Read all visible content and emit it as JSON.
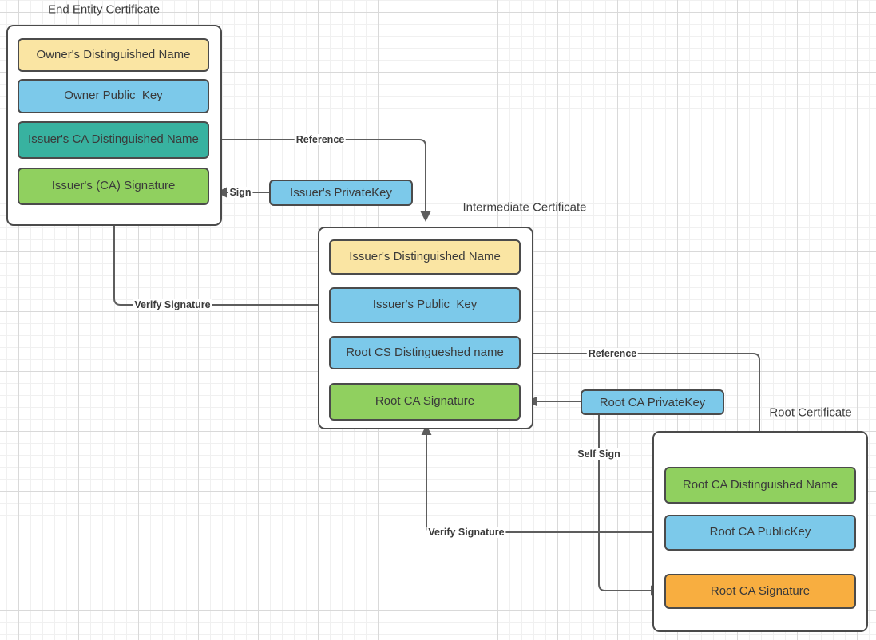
{
  "diagram": {
    "certificates": [
      {
        "title": "End Entity Certificate",
        "fields": [
          {
            "label": "Owner's Distinguished Name",
            "color": "#FAE5A3"
          },
          {
            "label": "Owner Public  Key",
            "color": "#7CC9EA"
          },
          {
            "label": "Issuer's CA Distinguished Name",
            "color": "#38B2A0"
          },
          {
            "label": "Issuer's (CA) Signature",
            "color": "#90D05F"
          }
        ]
      },
      {
        "title": "Intermediate Certificate",
        "fields": [
          {
            "label": "Issuer's Distinguished Name",
            "color": "#FAE5A3"
          },
          {
            "label": "Issuer's Public  Key",
            "color": "#7CC9EA"
          },
          {
            "label": "Root CS Distingueshed name",
            "color": "#7CC9EA"
          },
          {
            "label": "Root CA Signature",
            "color": "#90D05F"
          }
        ]
      },
      {
        "title": "Root Certificate",
        "fields": [
          {
            "label": "Root CA Distinguished Name",
            "color": "#90D05F"
          },
          {
            "label": "Root CA PublicKey",
            "color": "#7CC9EA"
          },
          {
            "label": "Root CA Signature",
            "color": "#F8AE40"
          }
        ]
      }
    ],
    "keys": [
      {
        "label": "Issuer's PrivateKey",
        "color": "#7CC9EA"
      },
      {
        "label": "Root CA PrivateKey",
        "color": "#7CC9EA"
      }
    ],
    "edge_labels": {
      "reference_1": "Reference",
      "sign": "Sign",
      "verify_signature_1": "Verify Signature",
      "reference_2": "Reference",
      "self_sign": "Self Sign",
      "verify_signature_2": "Verify Signature"
    },
    "colors": {
      "yellow": "#FAE5A3",
      "blue": "#7CC9EA",
      "teal": "#38B2A0",
      "green": "#90D05F",
      "orange": "#F8AE40",
      "box_border": "#4B4B4B",
      "edge_line": "#5D5D5D",
      "text": "#3D3D3D",
      "background": "#FFFFFF"
    }
  }
}
